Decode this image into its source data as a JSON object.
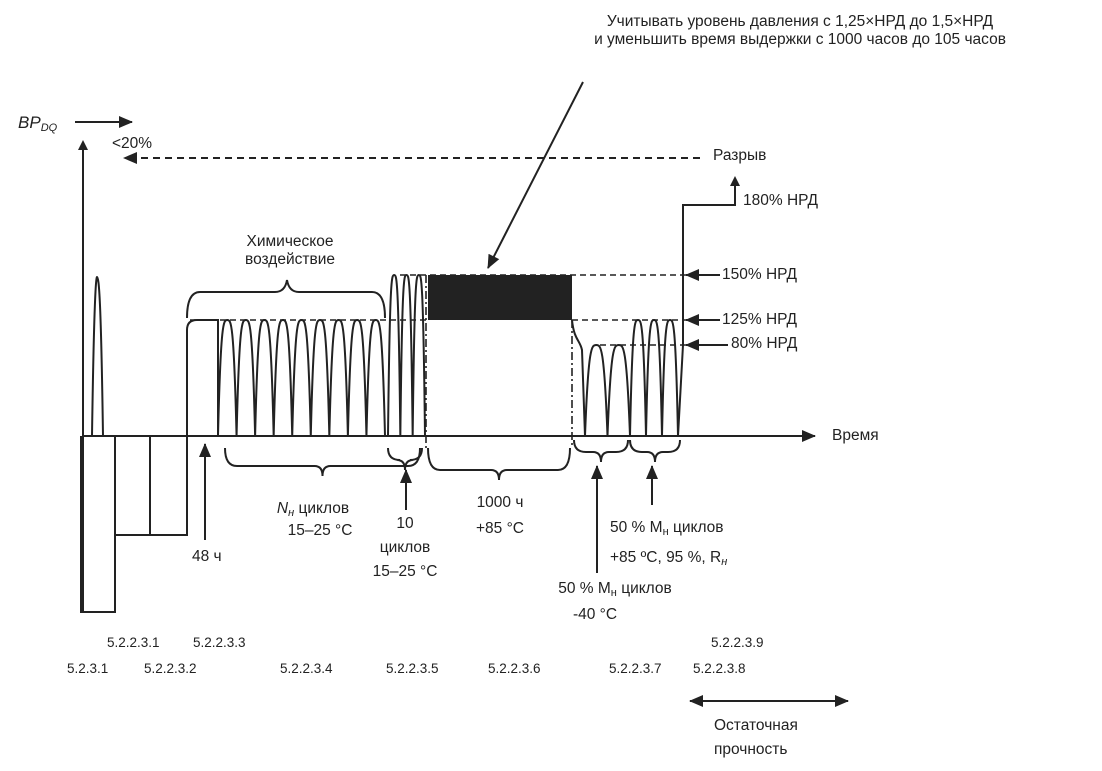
{
  "chart_data": {
    "type": "diagram",
    "title": "",
    "y_axis": {
      "label_main": "BP",
      "label_sub": "DQ",
      "note": "<20%"
    },
    "x_axis": {
      "label": "Время"
    },
    "annotation_top": [
      "Учитывать уровень давления с 1,25×НРД до 1,5×НРД",
      "и уменьшить время выдержки с 1000 часов до 105 часов"
    ],
    "levels": [
      {
        "name": "burst",
        "label": "Разрыв"
      },
      {
        "name": "180",
        "label": "180% НРД",
        "percent_nwp": 180
      },
      {
        "name": "150",
        "label": "150% НРД",
        "percent_nwp": 150
      },
      {
        "name": "125",
        "label": "125% НРД",
        "percent_nwp": 125
      },
      {
        "name": "80",
        "label": "80% НРД",
        "percent_nwp": 80
      }
    ],
    "phases": [
      {
        "section": "5.2.3.1",
        "label": ""
      },
      {
        "section": "5.2.2.3.1",
        "label": ""
      },
      {
        "section": "5.2.2.3.2",
        "label": ""
      },
      {
        "section": "5.2.2.3.3",
        "label": "48 ч"
      },
      {
        "section": "5.2.2.3.4",
        "label_lines": [
          "циклов",
          "15–25 °C"
        ],
        "label_prefix": "N",
        "label_prefix_sub": "н",
        "brace_label_lines": [
          "Химическое",
          "воздействие"
        ],
        "cycles": 9
      },
      {
        "section": "5.2.2.3.5",
        "label_lines": [
          "10",
          "циклов",
          "15–25 °C"
        ],
        "cycles": 3
      },
      {
        "section": "5.2.2.3.6",
        "label_lines": [
          "1000 ч",
          "+85 °C"
        ]
      },
      {
        "section": "5.2.2.3.7",
        "label_prefix": "50 % M",
        "label_prefix_sub": "н",
        "label_lines": [
          "циклов",
          "-40 °C"
        ],
        "cycles": 2
      },
      {
        "section": "5.2.2.3.8",
        "label_prefix": "50 % M",
        "label_prefix_sub": "н",
        "label_lines": [
          "циклов",
          "+85 ºC, 95 %, R"
        ],
        "label_tail_sub": "н",
        "cycles": 3
      },
      {
        "section": "5.2.2.3.9",
        "label": ""
      }
    ],
    "residual_strength": {
      "label_lines": [
        "Остаточная",
        "прочность"
      ]
    }
  }
}
